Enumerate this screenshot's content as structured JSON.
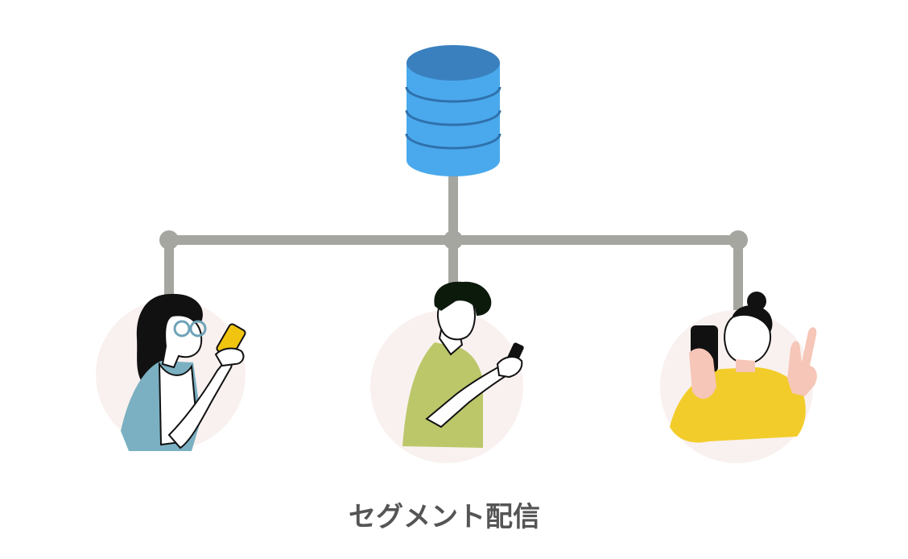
{
  "caption": "セグメント配信",
  "colors": {
    "connector": "#a6a6a0",
    "database_top": "#3a80bf",
    "database_body": "#4aa9ec",
    "database_band": "#2f72ad",
    "avatar_bg": "#f9f1ef",
    "caption_text": "#555555"
  },
  "icons": {
    "database": "database-icon",
    "users": [
      "woman-glasses-phone",
      "man-phone",
      "woman-phone-peace-sign"
    ]
  }
}
